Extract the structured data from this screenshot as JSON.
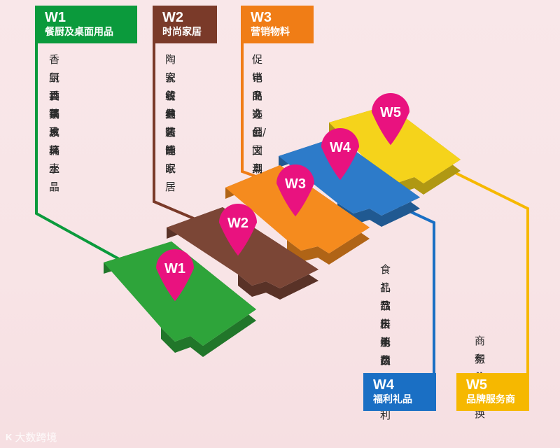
{
  "halls": [
    {
      "code": "W1",
      "name": "餐厨及桌面用品",
      "color": "#0b9a3c",
      "block_color": "#2ea43a",
      "items": [
        "香氛香薰",
        "厨具锅具",
        "酒具水具",
        "茶具杯壶",
        "玻璃水晶"
      ]
    },
    {
      "code": "W2",
      "name": "时尚家居",
      "color": "#7a3a29",
      "block_color": "#7b4636",
      "items": [
        "陶瓷餐具",
        "家纺布艺",
        "收纳装饰",
        "健康睡眠",
        "智能家居"
      ]
    },
    {
      "code": "W3",
      "name": "营销物料",
      "color": "#f07d16",
      "block_color": "#f58b1e",
      "items": [
        "促销品",
        "电商选品",
        "IP文创/国潮",
        "办公文具"
      ]
    },
    {
      "code": "W4",
      "name": "福利礼品",
      "color": "#1a6fc4",
      "block_color": "#2d7bc9",
      "items": [
        "食品饮料",
        "礼品卡册",
        "节庆礼品",
        "日用百货",
        "消费电子",
        "数字福利"
      ]
    },
    {
      "code": "W5",
      "name": "品牌服务商",
      "color": "#f6b800",
      "block_color": "#f5d31b",
      "items": [
        "商务礼赠",
        "积分兑换"
      ]
    }
  ],
  "pin_color": "#e9127f",
  "watermark": {
    "logo": "K",
    "text": "大数跨境"
  }
}
